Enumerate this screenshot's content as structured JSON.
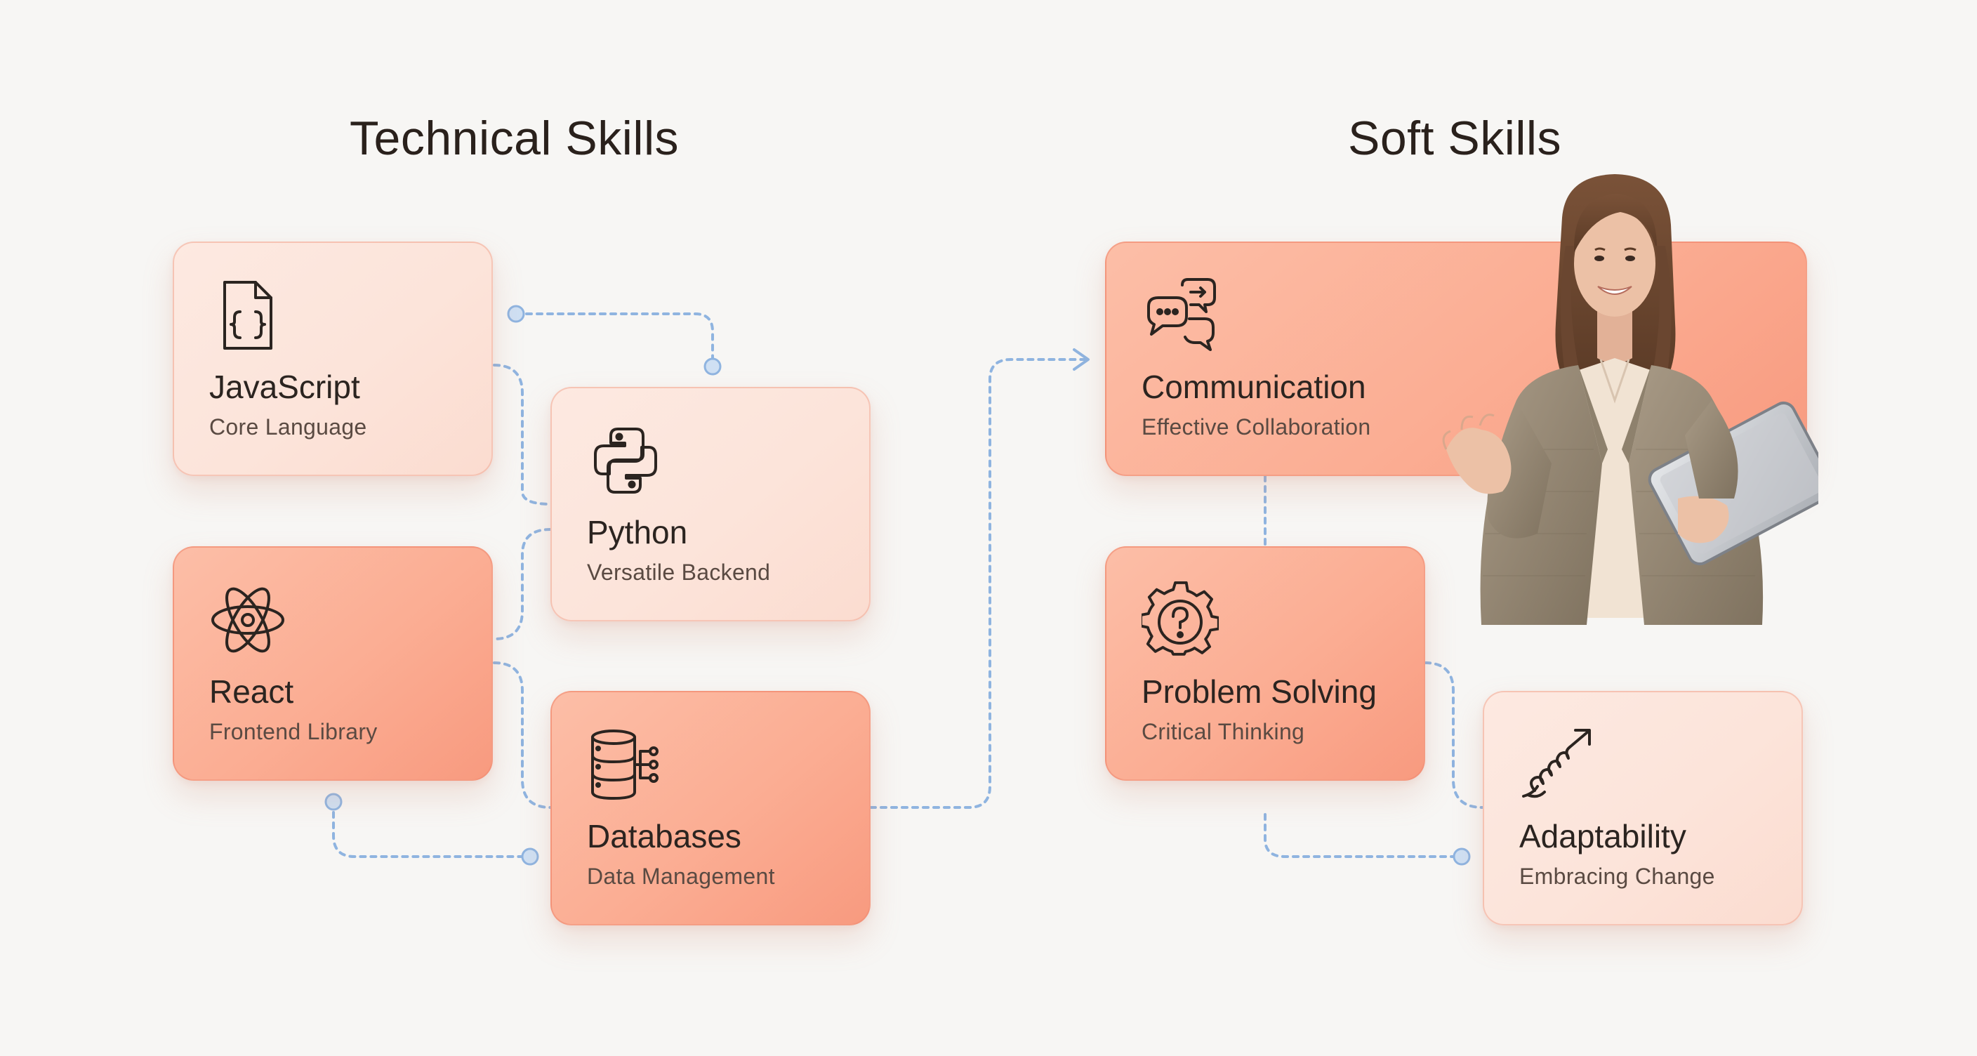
{
  "titles": {
    "technical": "Technical Skills",
    "soft": "Soft Skills"
  },
  "cards": {
    "javascript": {
      "name": "JavaScript",
      "sub": "Core Language",
      "icon": "code-file-icon"
    },
    "python": {
      "name": "Python",
      "sub": "Versatile Backend",
      "icon": "python-logo-icon"
    },
    "react": {
      "name": "React",
      "sub": "Frontend Library",
      "icon": "react-atom-icon"
    },
    "databases": {
      "name": "Databases",
      "sub": "Data Management",
      "icon": "database-icon"
    },
    "communication": {
      "name": "Communication",
      "sub": "Effective Collaboration",
      "icon": "chat-bubbles-icon"
    },
    "problem_solving": {
      "name": "Problem Solving",
      "sub": "Critical Thinking",
      "icon": "gear-question-icon"
    },
    "adaptability": {
      "name": "Adaptability",
      "sub": "Embracing Change",
      "icon": "spring-arrow-icon"
    }
  },
  "colors": {
    "card_light": "#fde6dc",
    "card_dark": "#fbad93",
    "connector": "#8fb4e0",
    "title": "#2a211c",
    "background": "#f7f6f4"
  }
}
